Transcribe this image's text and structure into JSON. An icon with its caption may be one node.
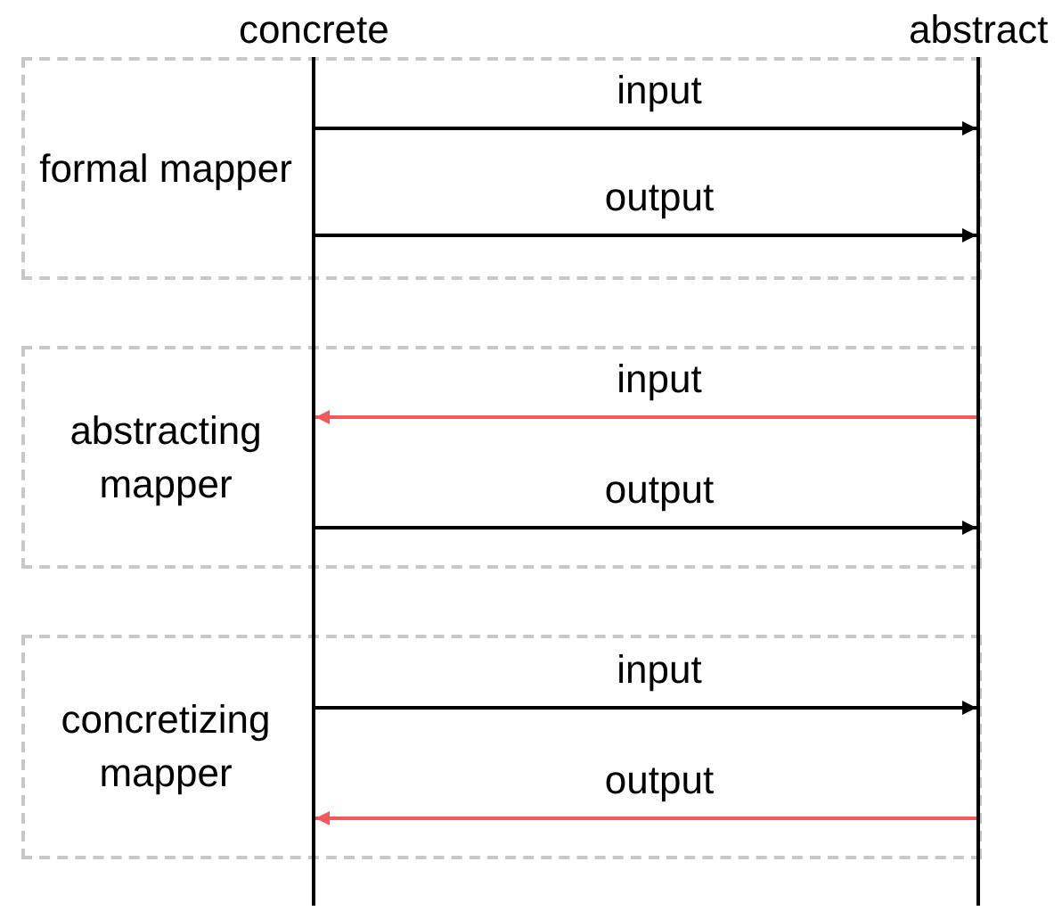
{
  "diagram": {
    "nodes": [
      {
        "text": [
          "concrete"
        ]
      },
      {
        "text": [
          "abstract"
        ]
      },
      {
        "text": [
          "formal mapper"
        ]
      },
      {
        "text": [
          "abstracting mapper"
        ]
      },
      {
        "text": [
          "concretizing mapper"
        ]
      }
    ],
    "edges": [
      {
        "from": 0,
        "to": 1,
        "arrow": "to",
        "label": "input"
      },
      {
        "from": 0,
        "to": 1,
        "arrow": "to",
        "label": "output"
      },
      {
        "from": 1,
        "to": 0,
        "arrow": "to",
        "label": "input",
        "color": "#f05a5a"
      },
      {
        "from": 0,
        "to": 1,
        "arrow": "to",
        "label": "output"
      },
      {
        "from": 0,
        "to": 1,
        "arrow": "to",
        "label": "input"
      },
      {
        "from": 1,
        "to": 0,
        "arrow": "to",
        "label": "output",
        "color": "#f05a5a"
      }
    ]
  }
}
